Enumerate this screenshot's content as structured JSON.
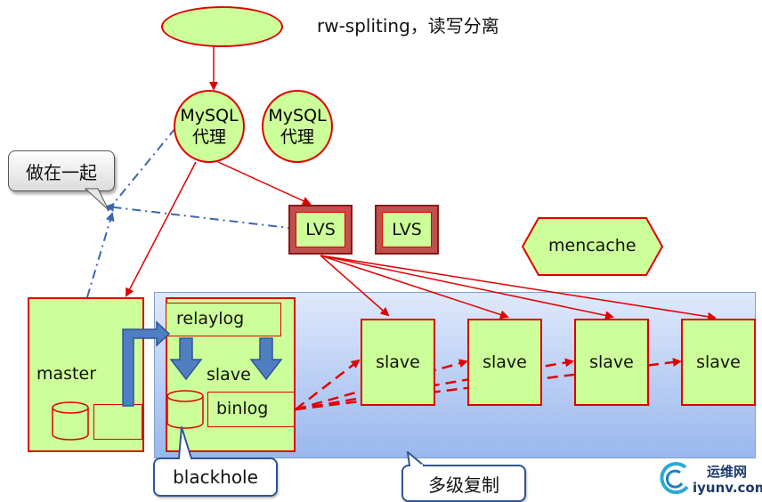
{
  "title": "rw-spliting，读写分离",
  "proxies": [
    {
      "line1": "MySQL",
      "line2": "代理"
    },
    {
      "line1": "MySQL",
      "line2": "代理"
    }
  ],
  "callout_together": "做在一起",
  "lvs": [
    "LVS",
    "LVS"
  ],
  "mencache": "mencache",
  "master": "master",
  "relaylog": "relaylog",
  "middle_slave": "slave",
  "binlog": "binlog",
  "slaves": [
    "slave",
    "slave",
    "slave",
    "slave"
  ],
  "blackhole": "blackhole",
  "multi_replication": "多级复制",
  "watermark": {
    "line1": "运维网",
    "line2": "iyunv.com"
  }
}
